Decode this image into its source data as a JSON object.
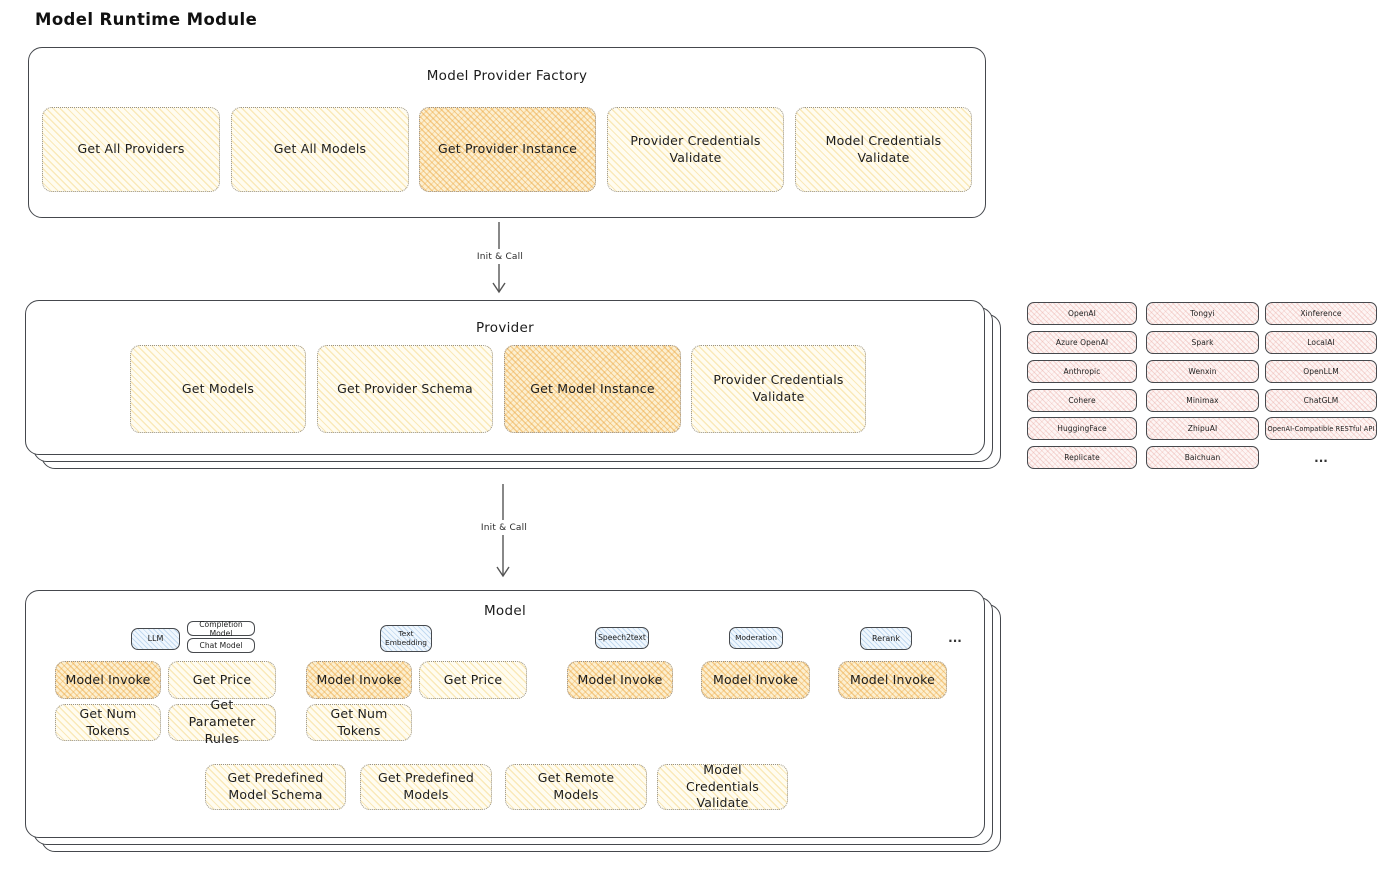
{
  "page": {
    "title": "Model Runtime Module"
  },
  "colors": {
    "yellow": "#fffcf0",
    "highlight_orange": "#eca63e",
    "pink": "#e59890",
    "blue": "#78a9da",
    "ink": "#1d1d1d"
  },
  "factory": {
    "title": "Model Provider Factory",
    "buttons": [
      {
        "label": "Get All Providers",
        "highlight": false
      },
      {
        "label": "Get All Models",
        "highlight": false
      },
      {
        "label": "Get Provider Instance",
        "highlight": true
      },
      {
        "label": "Provider Credentials Validate",
        "highlight": false
      },
      {
        "label": "Model Credentials Validate",
        "highlight": false
      }
    ]
  },
  "arrow1": {
    "label": "Init & Call"
  },
  "arrow2": {
    "label": "Init & Call"
  },
  "provider": {
    "title": "Provider",
    "buttons": [
      {
        "label": "Get Models",
        "highlight": false
      },
      {
        "label": "Get Provider Schema",
        "highlight": false
      },
      {
        "label": "Get Model Instance",
        "highlight": true
      },
      {
        "label": "Provider Credentials Validate",
        "highlight": false
      }
    ]
  },
  "providers": {
    "col1": [
      "OpenAI",
      "Azure OpenAI",
      "Anthropic",
      "Cohere",
      "HuggingFace",
      "Replicate"
    ],
    "col2": [
      "Tongyi",
      "Spark",
      "Wenxin",
      "Minimax",
      "ZhipuAI",
      "Baichuan"
    ],
    "col3": [
      "Xinference",
      "LocalAI",
      "OpenLLM",
      "ChatGLM",
      "OpenAI-Compatible RESTful API"
    ],
    "more": "..."
  },
  "model": {
    "title": "Model",
    "tabs": {
      "llm": "LLM",
      "completion": "Completion Model",
      "chat": "Chat Model",
      "text_embedding": "Text Embedding",
      "speech2text": "Speech2text",
      "moderation": "Moderation",
      "rerank": "Rerank",
      "more": "..."
    },
    "llm_buttons": [
      {
        "label": "Model Invoke",
        "highlight": true
      },
      {
        "label": "Get Price",
        "highlight": false
      },
      {
        "label": "Get Num Tokens",
        "highlight": false
      },
      {
        "label": "Get Parameter Rules",
        "highlight": false
      }
    ],
    "te_buttons": [
      {
        "label": "Model Invoke",
        "highlight": true
      },
      {
        "label": "Get Price",
        "highlight": false
      },
      {
        "label": "Get Num Tokens",
        "highlight": false
      }
    ],
    "s2t_buttons": [
      {
        "label": "Model Invoke",
        "highlight": true
      }
    ],
    "moderation_buttons": [
      {
        "label": "Model Invoke",
        "highlight": true
      }
    ],
    "rerank_buttons": [
      {
        "label": "Model Invoke",
        "highlight": true
      }
    ],
    "common_buttons": [
      {
        "label": "Get Predefined Model Schema",
        "highlight": false
      },
      {
        "label": "Get Predefined Models",
        "highlight": false
      },
      {
        "label": "Get Remote Models",
        "highlight": false
      },
      {
        "label": "Model Credentials Validate",
        "highlight": false
      }
    ]
  }
}
